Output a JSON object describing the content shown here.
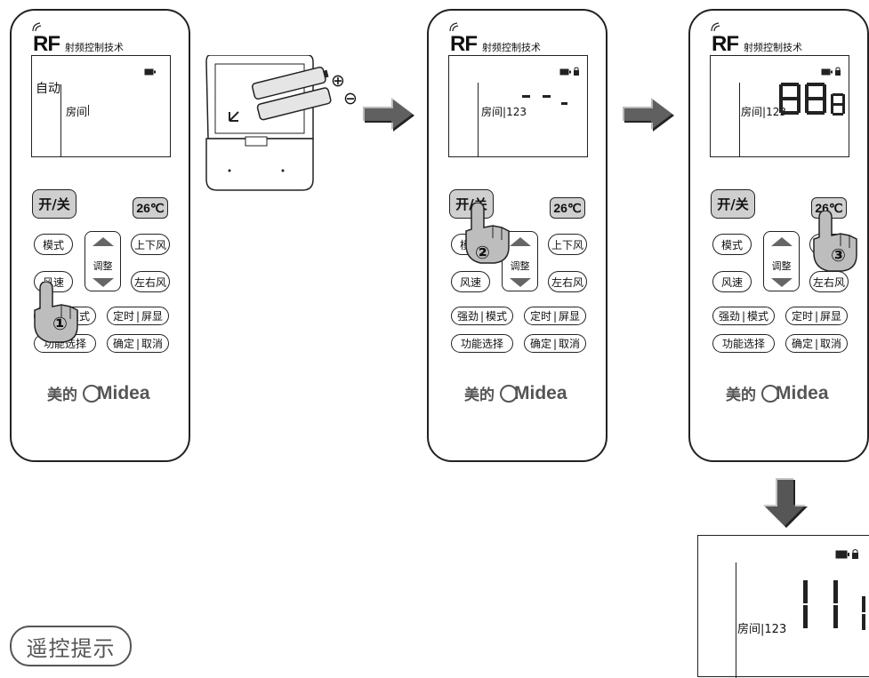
{
  "brand": {
    "rf": "RF",
    "text": "射频控制技术"
  },
  "lcd": {
    "auto": "自动",
    "room": "房间",
    "room_num": "123"
  },
  "buttons": {
    "power": "开/关",
    "temp": "26℃",
    "mode": "模式",
    "updown": "上下风",
    "adjust": "调整",
    "fan": "风速",
    "leftright": "左右风",
    "strong": "强劲",
    "mode2": "模式",
    "timer": "定时",
    "display": "屏显",
    "func": "功能选择",
    "confirm": "确定",
    "cancel": "取消"
  },
  "logo": {
    "cn": "美的",
    "en": "Midea"
  },
  "steps": [
    "①",
    "②",
    "③"
  ],
  "battery": {
    "plus": "⊕",
    "minus": "⊖"
  },
  "tip": "遥控提示"
}
